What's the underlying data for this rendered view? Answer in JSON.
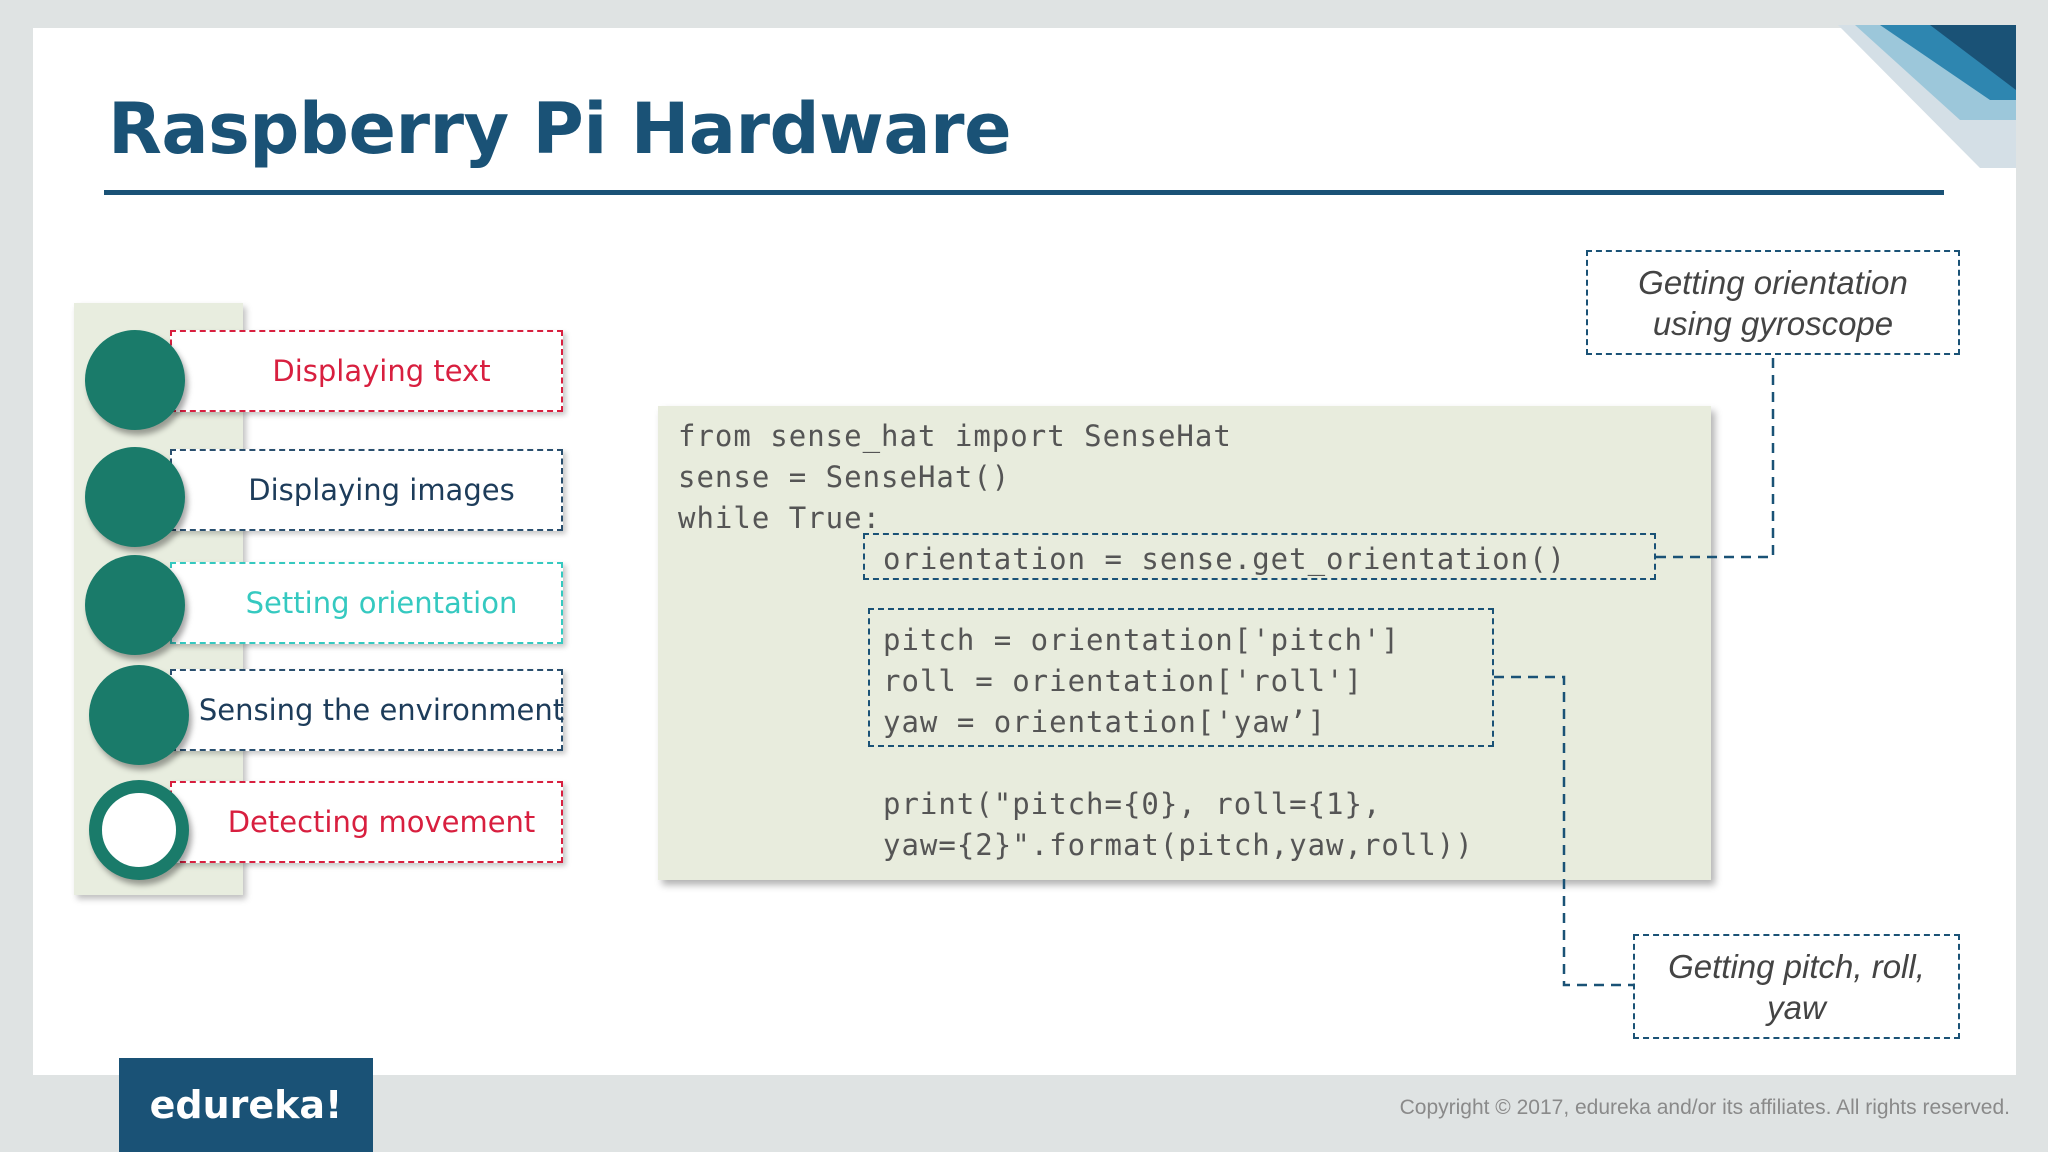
{
  "slide": {
    "title": "Raspberry Pi Hardware"
  },
  "menu": {
    "items": [
      {
        "label": "Displaying text",
        "color": "#d81f3f"
      },
      {
        "label": "Displaying images",
        "color": "#1d3c5a"
      },
      {
        "label": "Setting orientation",
        "color": "#35c9c0"
      },
      {
        "label": "Sensing the environment",
        "color": "#1d3c5a"
      },
      {
        "label": "Detecting movement",
        "color": "#d81f3f"
      }
    ]
  },
  "code": {
    "lines": [
      "from sense_hat import SenseHat",
      "sense = SenseHat()",
      "while True:",
      "orientation = sense.get_orientation()",
      "pitch = orientation['pitch']",
      "roll = orientation['roll']",
      "yaw = orientation['yaw’]",
      "print(\"pitch={0}, roll={1},",
      "yaw={2}\".format(pitch,yaw,roll))"
    ]
  },
  "callouts": {
    "gyroscope": [
      "Getting orientation",
      "using gyroscope"
    ],
    "pitch_roll_yaw": [
      "Getting pitch, roll,",
      "yaw"
    ]
  },
  "footer": {
    "logo": "edureka!",
    "copyright": "Copyright © 2017, edureka and/or its affiliates. All rights reserved."
  },
  "colors": {
    "brand_blue": "#1a5276",
    "teal_dot": "#1a7b6a",
    "code_bg": "#e8ecdd"
  }
}
